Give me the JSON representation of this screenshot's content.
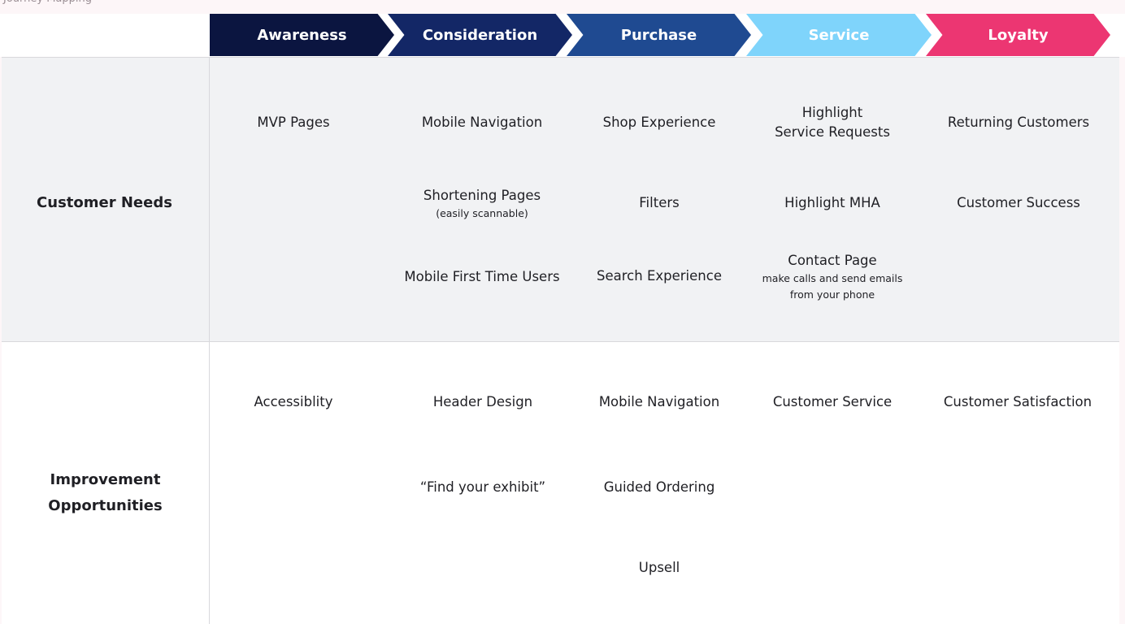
{
  "page_title_partial": "Journey Mapping",
  "colors": {
    "awareness": "#0b1540",
    "consideration": "#132766",
    "purchase": "#1f4a91",
    "service": "#7fd4fb",
    "loyalty": "#ec3672"
  },
  "stages": [
    {
      "label": "Awareness"
    },
    {
      "label": "Consideration"
    },
    {
      "label": "Purchase"
    },
    {
      "label": "Service"
    },
    {
      "label": "Loyalty"
    }
  ],
  "rows": {
    "customer_needs": {
      "label": "Customer Needs",
      "awareness": [
        "MVP Pages"
      ],
      "consideration": [
        {
          "title": "Mobile Navigation"
        },
        {
          "title": "Shortening Pages",
          "note": "(easily scannable)"
        },
        {
          "title": "Mobile First Time Users"
        }
      ],
      "purchase": [
        "Shop Experience",
        "Filters",
        "Search Experience"
      ],
      "service": [
        {
          "line1": "Highlight",
          "line2": "Service Requests"
        },
        {
          "title": "Highlight MHA"
        },
        {
          "title": "Contact Page",
          "note1": "make calls and send emails",
          "note2": "from your phone"
        }
      ],
      "loyalty": [
        "Returning Customers",
        "Customer Success"
      ]
    },
    "improvement_opportunities": {
      "label_line1": "Improvement",
      "label_line2": "Opportunities",
      "awareness": [
        "Accessiblity"
      ],
      "consideration": [
        "Header Design",
        "“Find your exhibit”"
      ],
      "purchase": [
        "Mobile Navigation",
        "Guided Ordering",
        "Upsell"
      ],
      "service": [
        "Customer Service"
      ],
      "loyalty": [
        "Customer Satisfaction"
      ]
    }
  }
}
